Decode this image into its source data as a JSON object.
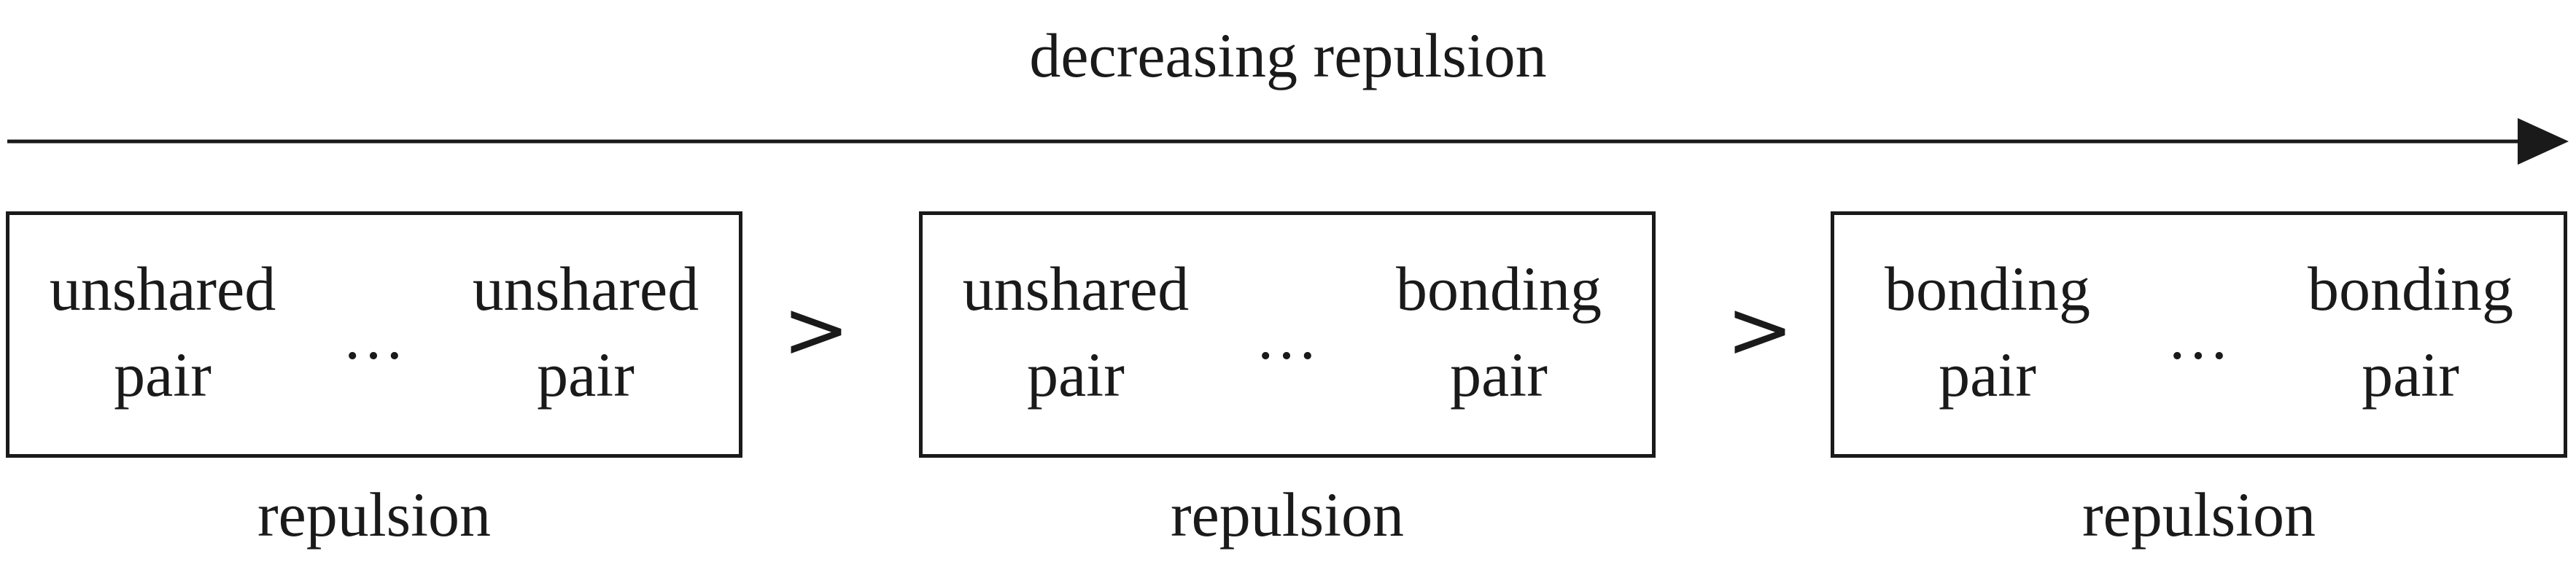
{
  "title": "decreasing repulsion",
  "separator": ">",
  "boxes": [
    {
      "left": [
        "unshared",
        "pair"
      ],
      "middle": "…",
      "right": [
        "unshared",
        "pair"
      ],
      "caption": "repulsion"
    },
    {
      "left": [
        "unshared",
        "pair"
      ],
      "middle": "…",
      "right": [
        "bonding",
        "pair"
      ],
      "caption": "repulsion"
    },
    {
      "left": [
        "bonding",
        "pair"
      ],
      "middle": "…",
      "right": [
        "bonding",
        "pair"
      ],
      "caption": "repulsion"
    }
  ],
  "colors": {
    "ink": "#1a1a1a",
    "background": "#ffffff"
  }
}
